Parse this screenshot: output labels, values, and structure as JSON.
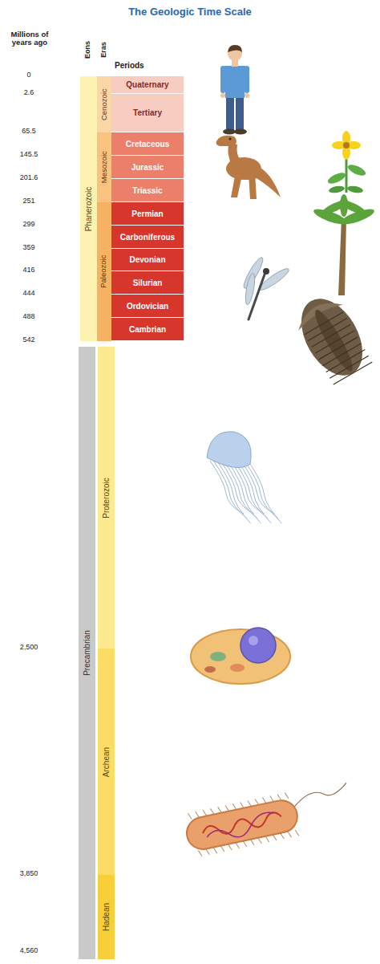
{
  "diagram": {
    "title": "The Geologic Time Scale",
    "nodes": [
      {
        "text": [
          "Phanerozoic"
        ]
      },
      {
        "text": [
          "Cenozoic"
        ]
      },
      {
        "text": [
          "Quaternary"
        ]
      },
      {
        "text": [
          "Tertiary"
        ]
      },
      {
        "text": [
          "Mesozoic"
        ]
      },
      {
        "text": [
          "Cretaceous"
        ]
      },
      {
        "text": [
          "Jurassic"
        ]
      },
      {
        "text": [
          "Triassic"
        ]
      },
      {
        "text": [
          "Paleozoic"
        ]
      },
      {
        "text": [
          "Permian"
        ]
      },
      {
        "text": [
          "Carboniferous"
        ]
      },
      {
        "text": [
          "Devonian"
        ]
      },
      {
        "text": [
          "Silurian"
        ]
      },
      {
        "text": [
          "Ordovician"
        ]
      },
      {
        "text": [
          "Cambrian"
        ]
      },
      {
        "text": [
          "Precambrian"
        ]
      },
      {
        "text": [
          "Proterozoic"
        ]
      },
      {
        "text": [
          "Archean"
        ]
      },
      {
        "text": [
          "Hadean"
        ]
      }
    ],
    "edges": [],
    "labels": [
      "Millions of years ago",
      "Eons",
      "Eras",
      "Periods",
      "0",
      "2.6",
      "65.5",
      "145.5",
      "201.6",
      "251",
      "299",
      "359",
      "416",
      "444",
      "488",
      "542",
      "2,500",
      "3,850",
      "4,560"
    ]
  }
}
